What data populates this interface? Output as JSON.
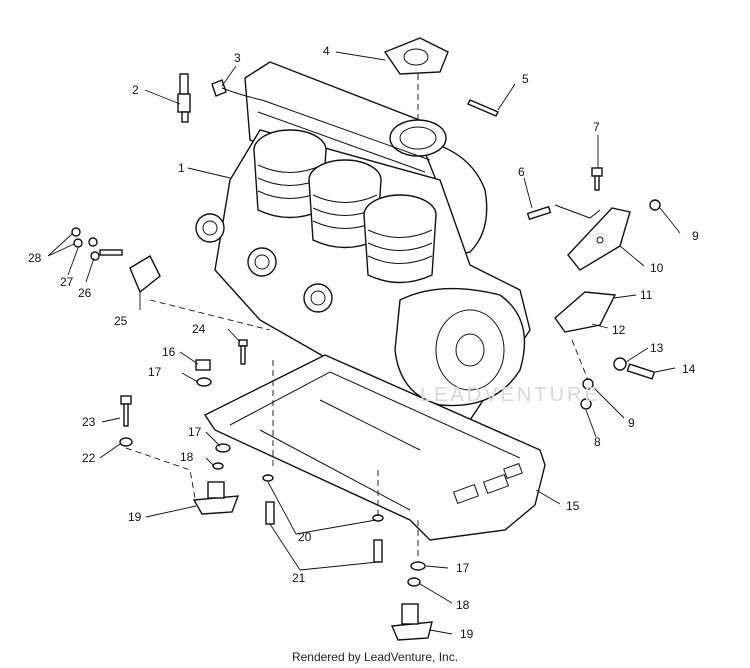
{
  "watermark": "LEADVENTURE",
  "credit": "Rendered by LeadVenture, Inc.",
  "callouts": {
    "c1": "1",
    "c2": "2",
    "c3": "3",
    "c4": "4",
    "c5": "5",
    "c6": "6",
    "c7": "7",
    "c8": "8",
    "c9a": "9",
    "c9b": "9",
    "c10": "10",
    "c11": "11",
    "c12": "12",
    "c13": "13",
    "c14": "14",
    "c15": "15",
    "c16": "16",
    "c17a": "17",
    "c17b": "17",
    "c17c": "17",
    "c18a": "18",
    "c18b": "18",
    "c19a": "19",
    "c19b": "19",
    "c20": "20",
    "c21": "21",
    "c22": "22",
    "c23": "23",
    "c24": "24",
    "c25": "25",
    "c26": "26",
    "c27": "27",
    "c28": "28"
  }
}
